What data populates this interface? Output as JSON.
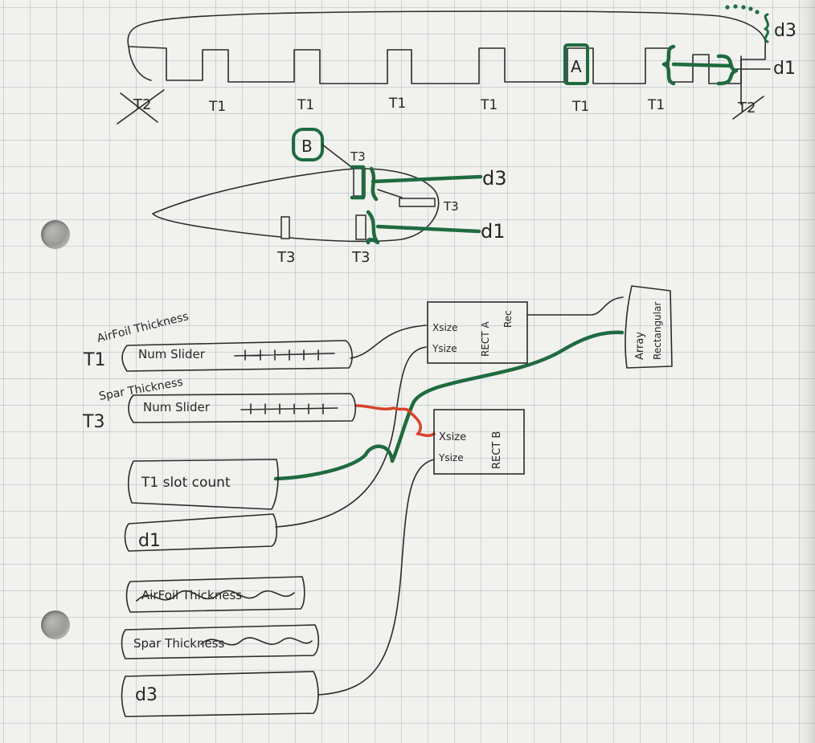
{
  "colors": {
    "paper": "#f1f1ee",
    "ink": "#2b2b2b",
    "marker_green": "#1f6b3f",
    "marker_red": "#d8432b"
  },
  "wing_sketch": {
    "slot_labels": [
      "T1",
      "T1",
      "T1",
      "T1",
      "T1",
      "T1"
    ],
    "crossed_labels": [
      "T2",
      "T2"
    ],
    "callout_a": "A",
    "dim_d1": "d1",
    "dim_d3": "d3"
  },
  "airfoil_sketch": {
    "callout_b": "B",
    "label_top_slot": "T3",
    "label_side_slot": "T3",
    "label_bottom_left": "T3",
    "label_bottom_right": "T3",
    "dim_d3": "d3",
    "dim_d1": "d1"
  },
  "components": {
    "airfoil_slider": {
      "caption": "AirFoil Thickness",
      "side_label": "T1",
      "text": "Num Slider"
    },
    "spar_slider": {
      "caption": "Spar Thickness",
      "side_label": "T3",
      "text": "Num Slider"
    },
    "slot_count": {
      "text": "T1 slot count"
    },
    "d1_param": {
      "text": "d1"
    },
    "airfoil_thickness_param": {
      "text": "AirFoil Thickness"
    },
    "spar_thickness_param": {
      "text": "Spar Thickness"
    },
    "d3_param": {
      "text": "d3"
    },
    "rect_a": {
      "input_x": "Xsize",
      "input_y": "Ysize",
      "title": "RECT A",
      "output": "Rec"
    },
    "rect_b": {
      "input_x": "Xsize",
      "input_y": "Ysize",
      "title": "RECT B"
    },
    "array": {
      "title": "Array",
      "subtitle": "Rectangular"
    }
  }
}
